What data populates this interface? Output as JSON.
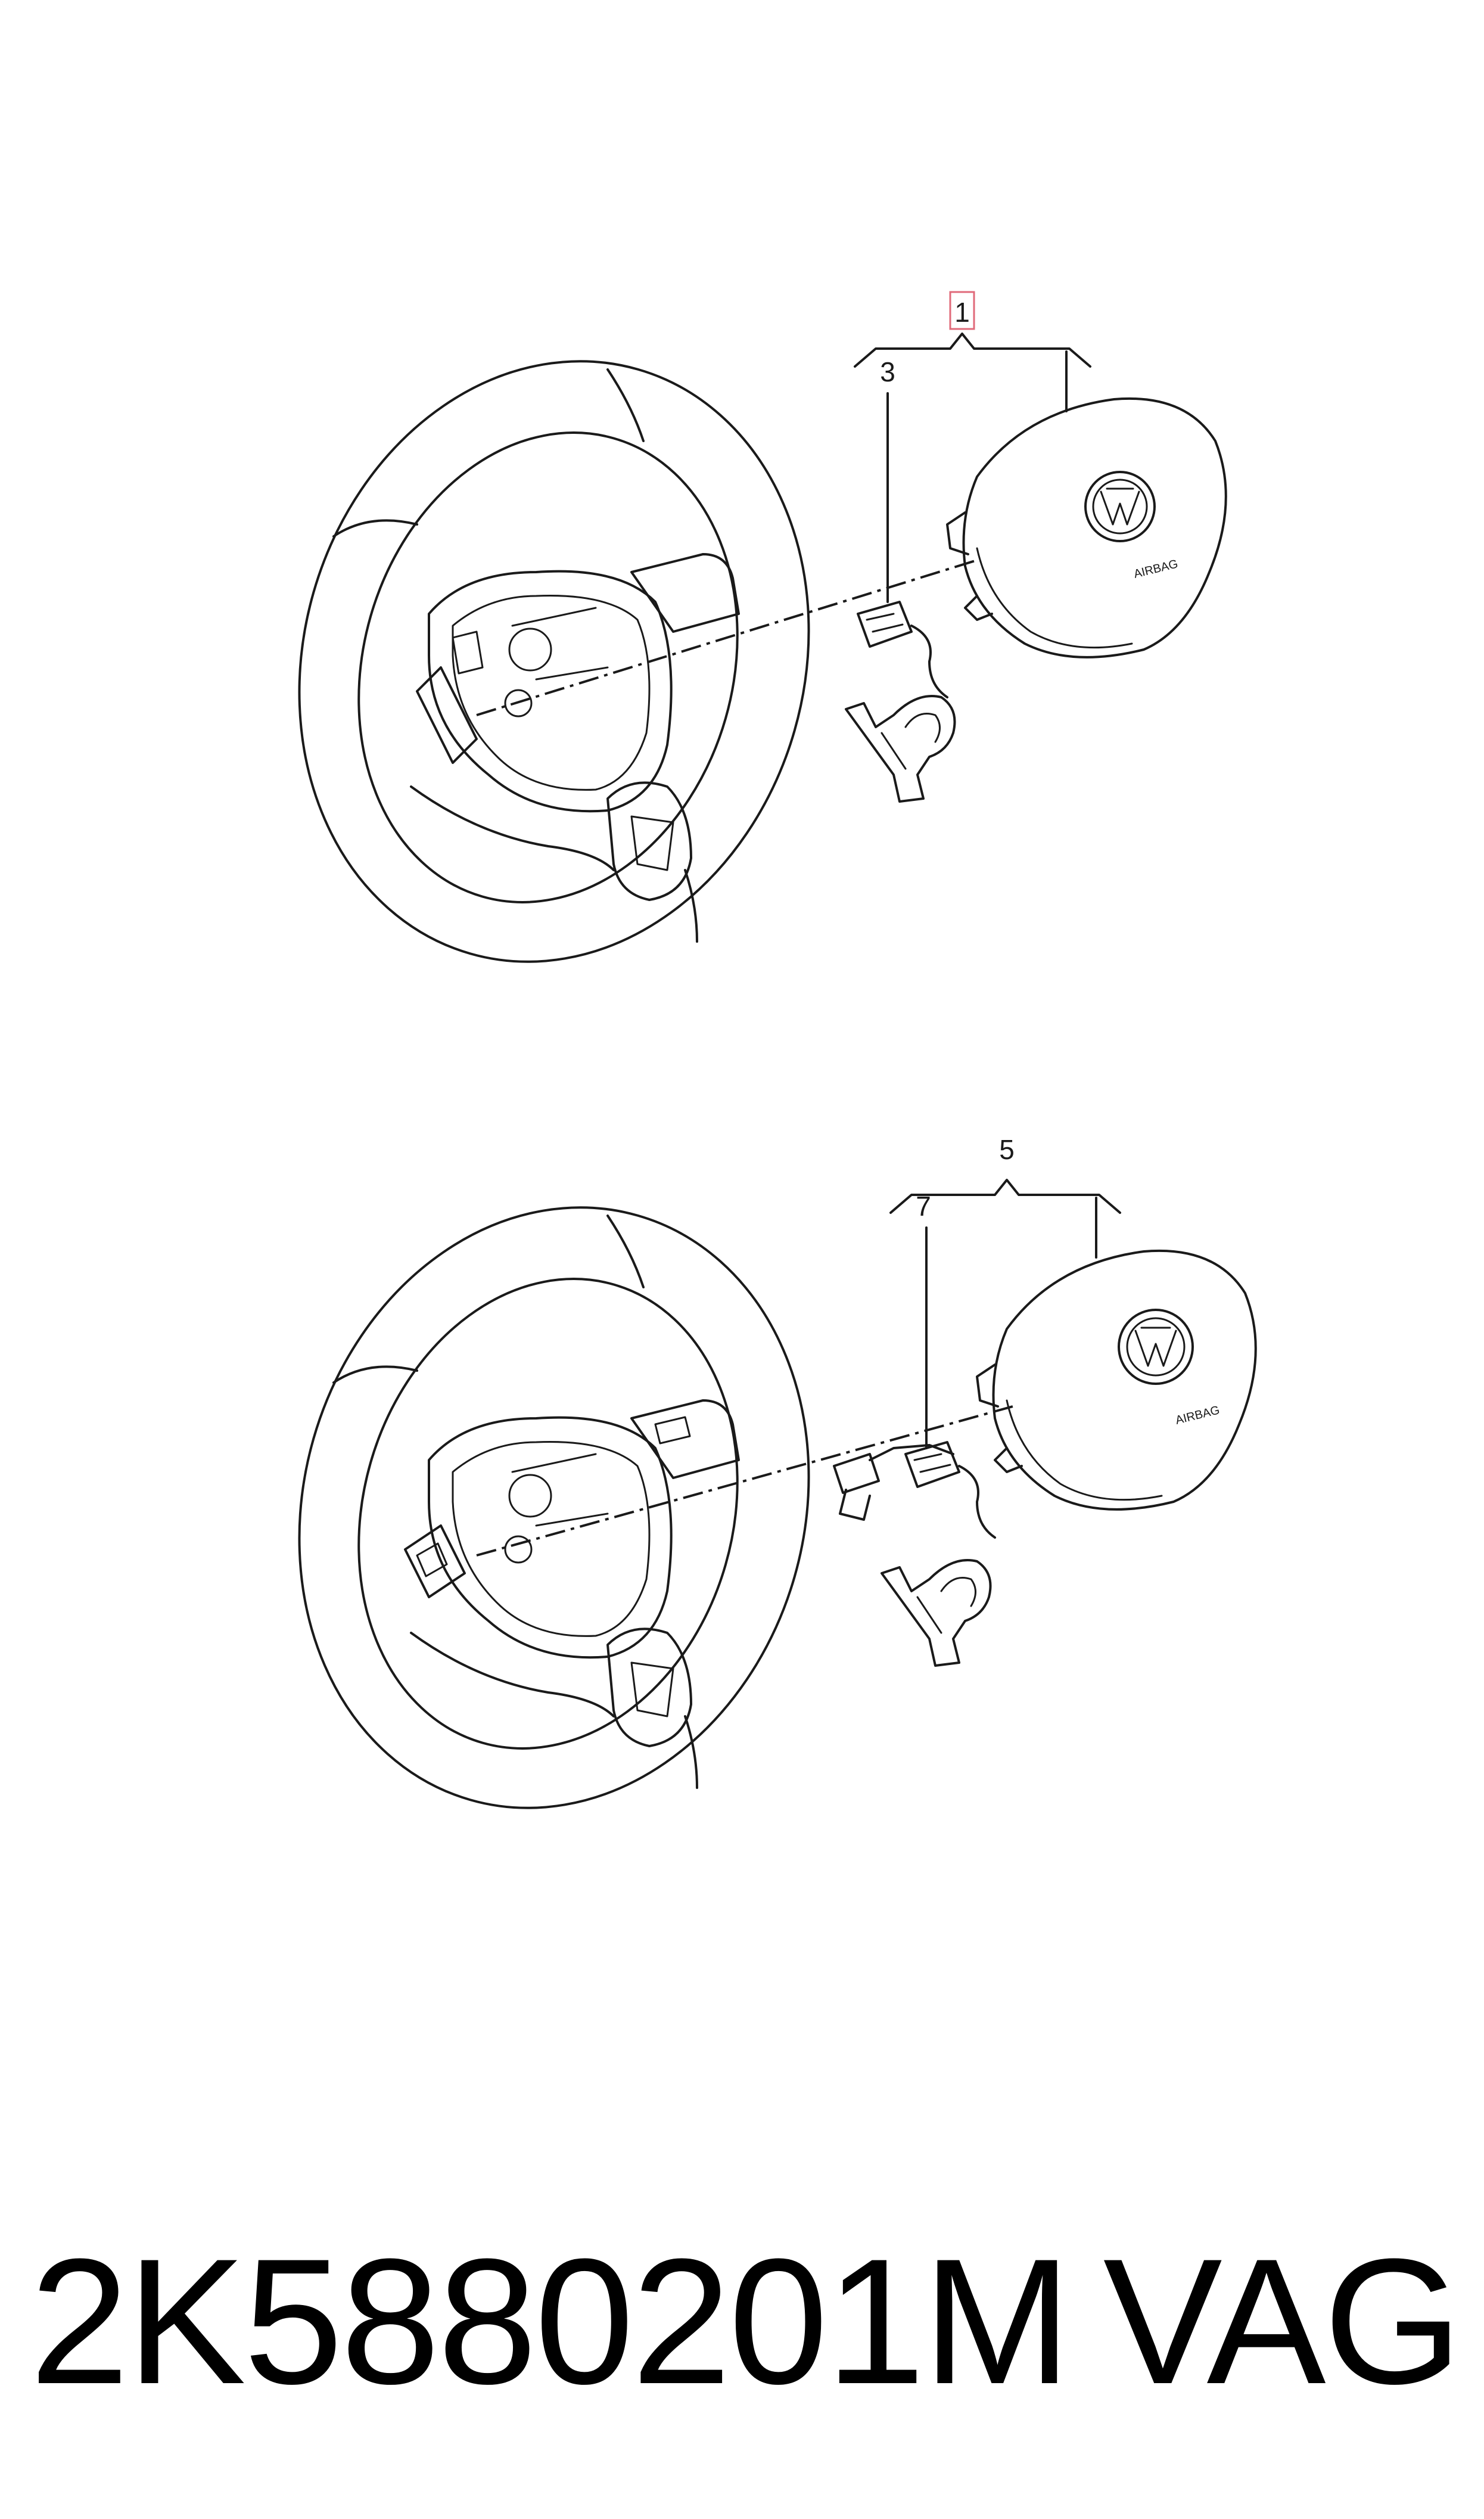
{
  "callouts": {
    "top_assembly": "1",
    "top_sub": "3",
    "bottom_assembly": "5",
    "bottom_sub": "7"
  },
  "airbag_label": "AIRBAG",
  "highlight_color": "#e06a7a",
  "footer": {
    "part_number": "2K5880201M",
    "brand": "VAG"
  }
}
